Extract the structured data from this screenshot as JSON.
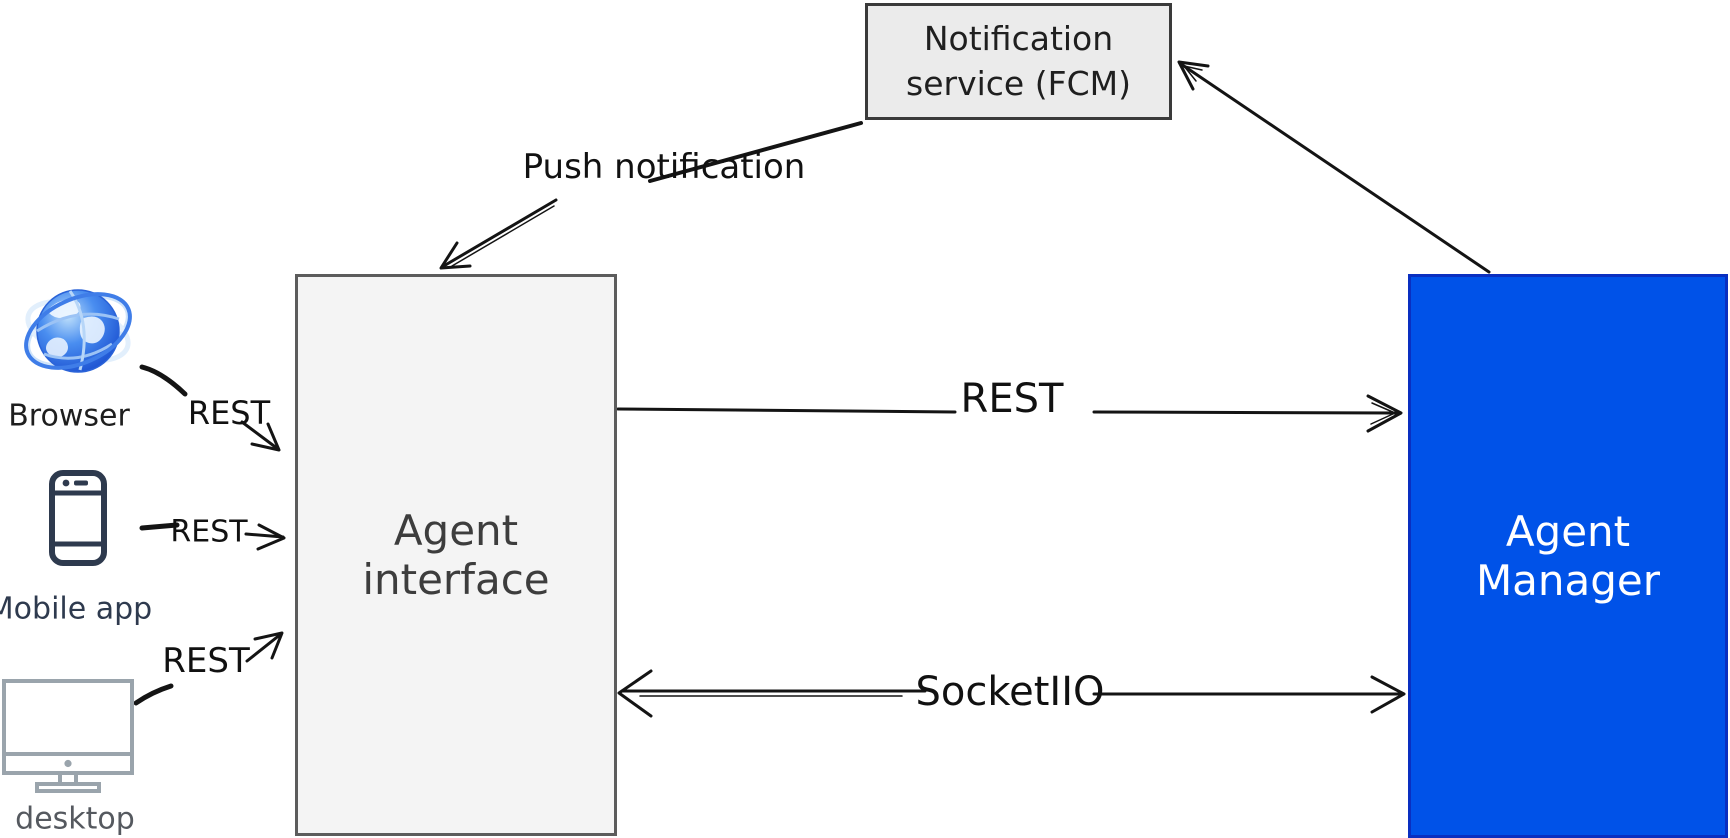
{
  "canvas": {
    "background": "#ffffff"
  },
  "nodes": {
    "notification_service": {
      "label": "Notification service (FCM)",
      "fill": "#ebebeb",
      "border": "#3a3a3a",
      "text_color": "#1f1f1f"
    },
    "agent_interface": {
      "label": "Agent interface",
      "fill": "#f4f4f4",
      "border": "#5c5c5c",
      "text_color": "#3d3d3d"
    },
    "agent_manager": {
      "label": "Agent Manager",
      "fill": "#0052e8",
      "border": "#0a2fc0",
      "text_color": "#ffffff"
    }
  },
  "clients": [
    {
      "label": "Browser",
      "icon": "globe-icon"
    },
    {
      "label": "Mobile app",
      "icon": "smartphone-icon"
    },
    {
      "label": "desktop",
      "icon": "monitor-icon"
    }
  ],
  "edge_labels": {
    "browser_rest": "REST",
    "mobile_rest": "REST",
    "desktop_rest": "REST",
    "interface_manager_rest": "REST",
    "interface_manager_socket": "SocketIIO",
    "push_notification": "Push notification"
  }
}
